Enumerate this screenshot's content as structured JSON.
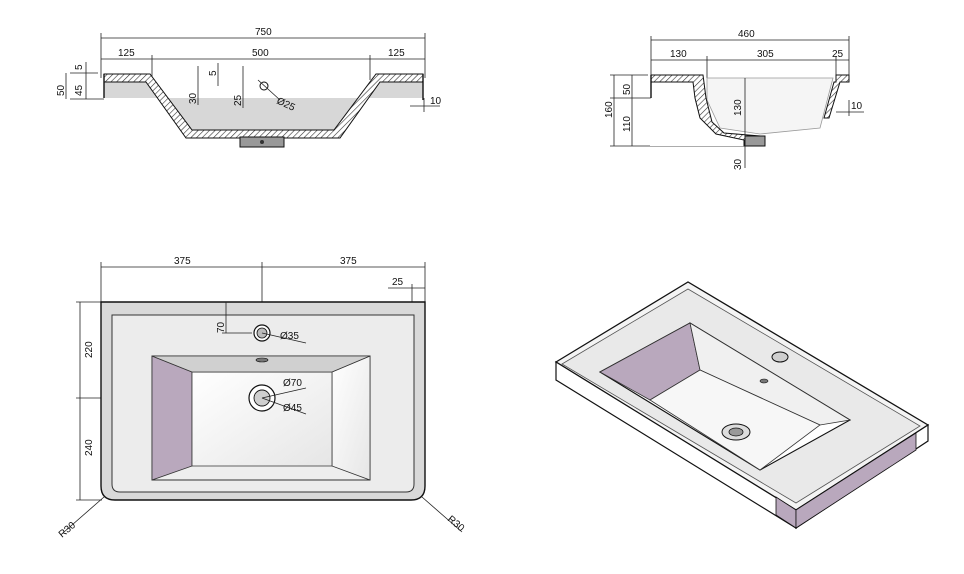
{
  "front_section": {
    "overall_width": "750",
    "left_rim": "125",
    "basin_width": "500",
    "right_rim": "125",
    "rim_thickness": "5",
    "rim_height": "45",
    "total_height": "50",
    "tap_offset_a": "30",
    "tap_offset_b": "5",
    "tap_offset_c": "25",
    "hole_diameter": "Ø25",
    "edge_offset": "10"
  },
  "side_section": {
    "overall_depth": "460",
    "back_rim": "130",
    "basin_depth": "305",
    "front_rim": "25",
    "rim_height": "50",
    "total_height": "160",
    "lower_height": "110",
    "bowl_depth": "130",
    "drain_height": "30",
    "edge_offset": "10"
  },
  "plan_view": {
    "half_width_left": "375",
    "half_width_right": "375",
    "front_overhang": "25",
    "back_depth": "220",
    "front_depth": "240",
    "tap_hole_offset": "70",
    "tap_hole_diameter": "Ø35",
    "drain_outer": "Ø70",
    "drain_inner": "Ø45",
    "corner_radius_left": "R30",
    "corner_radius_right": "R30"
  },
  "colors": {
    "line": "#111111",
    "basin_fill": "#f2f2f2",
    "rim_fill": "#e3e3e3",
    "accent_lilac": "#b9a8bd"
  }
}
